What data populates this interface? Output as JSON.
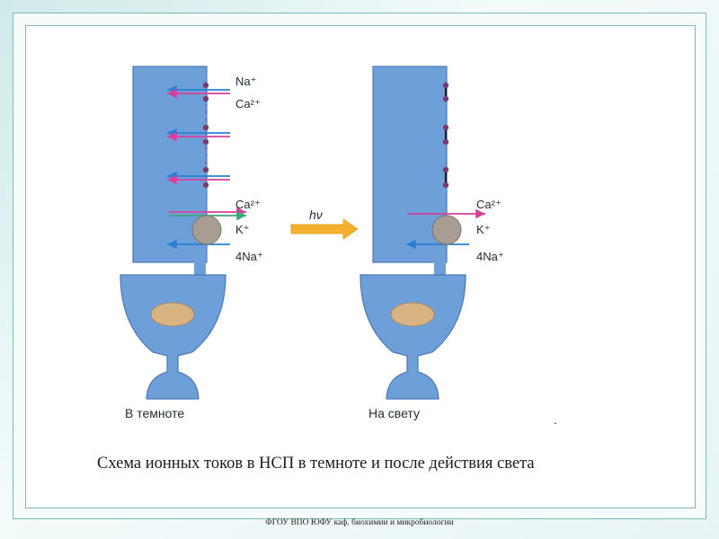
{
  "colors": {
    "cell": "#6d9fd8",
    "cell_stroke": "#4a78b8",
    "nucleus": "#d9b483",
    "pump": "#a89c93",
    "channel_dot": "#7a3a73",
    "arrow_pink": "#d6409a",
    "arrow_blue": "#2a7fd4",
    "arrow_green": "#3aa876",
    "light_arrow": "#f5b12e"
  },
  "labels": {
    "na": "Na⁺",
    "ca_top": "Ca²⁺",
    "ca": "Ca²⁺",
    "k": "K⁺",
    "na4": "4Na⁺",
    "hv": "hν",
    "dark_state": "В темноте",
    "light_state": "На свету"
  },
  "caption": "Схема ионных токов в НСП в темноте и после действия света",
  "footer": "ФГОУ ВПО ЮФУ  каф. биохимии и микробиологии",
  "dot_mark": "."
}
